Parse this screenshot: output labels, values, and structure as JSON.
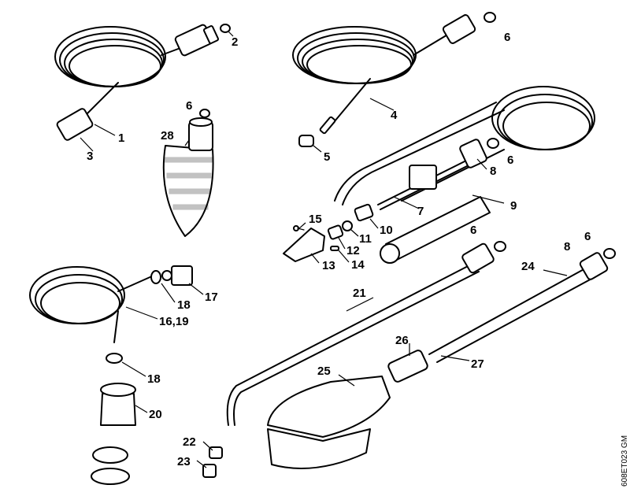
{
  "labels": {
    "l1": "1",
    "l2": "2",
    "l3": "3",
    "l4": "4",
    "l5": "5",
    "l6a": "6",
    "l6b": "6",
    "l6c": "6",
    "l6d": "6",
    "l6e": "6",
    "l7": "7",
    "l8a": "8",
    "l8b": "8",
    "l9": "9",
    "l10": "10",
    "l11": "11",
    "l12": "12",
    "l13": "13",
    "l14": "14",
    "l15": "15",
    "l16": "16,19",
    "l17": "17",
    "l18a": "18",
    "l18b": "18",
    "l20": "20",
    "l21": "21",
    "l22": "22",
    "l23": "23",
    "l24": "24",
    "l25": "25",
    "l26": "26",
    "l27": "27",
    "l28": "28"
  },
  "drawing_code": "608ET023 GM"
}
